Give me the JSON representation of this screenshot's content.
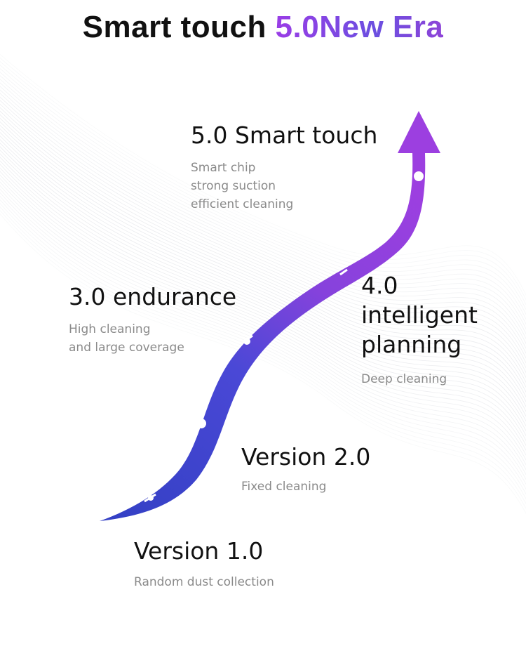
{
  "header": {
    "title_part1": "Smart touch ",
    "title_part2": "5.0New Era"
  },
  "colors": {
    "path_start": "#3b46c9",
    "path_end": "#9b3fe0",
    "title_accent": "#8a44dc"
  },
  "stages": [
    {
      "title": "Version 1.0",
      "desc": [
        "Random dust collection"
      ]
    },
    {
      "title": "Version 2.0",
      "desc": [
        "Fixed cleaning"
      ]
    },
    {
      "title": "3.0 endurance",
      "desc": [
        "High cleaning",
        "and large coverage"
      ]
    },
    {
      "title": "4.0 intelligent planning",
      "desc": [
        "Deep cleaning"
      ]
    },
    {
      "title": "5.0 Smart touch",
      "desc": [
        "Smart chip",
        "strong suction",
        "efficient cleaning"
      ]
    }
  ]
}
